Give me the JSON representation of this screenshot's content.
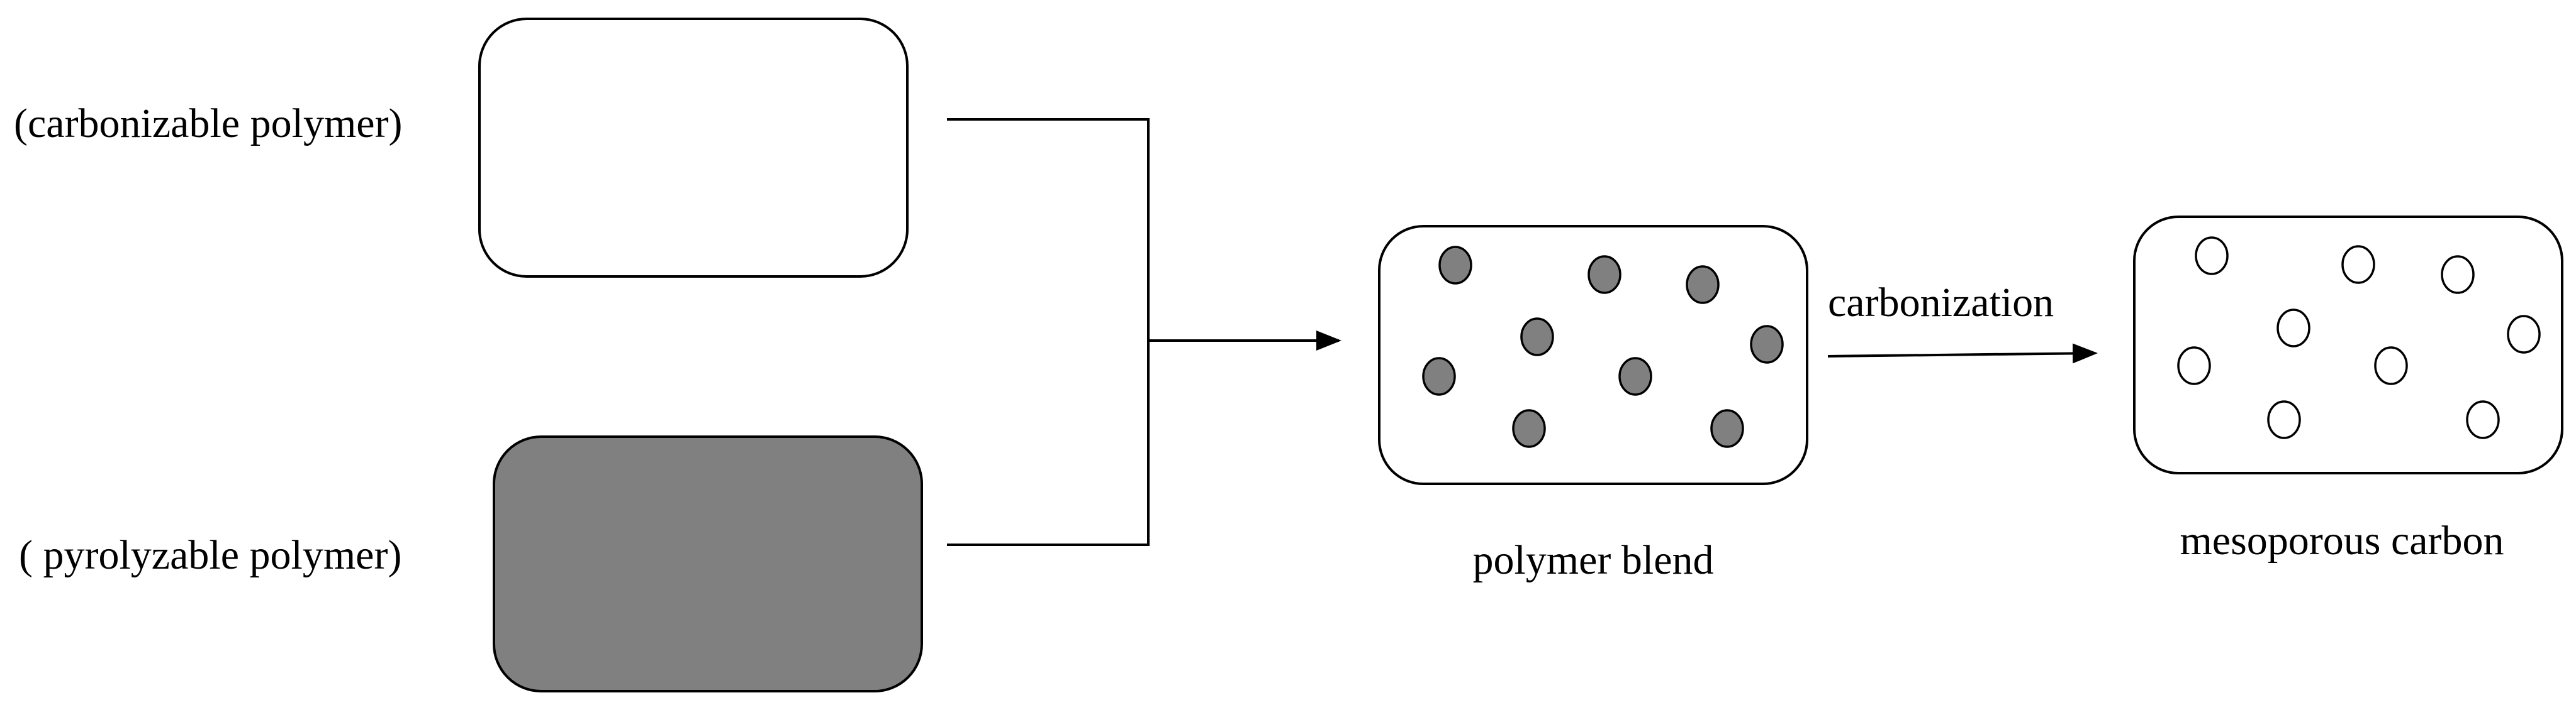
{
  "labels": {
    "carbonizable": "(carbonizable polymer)",
    "pyrolyzable": "( pyrolyzable polymer)",
    "blend": "polymer blend",
    "process": "carbonization",
    "product": "mesoporous carbon"
  },
  "colors": {
    "pyrolyzable_fill": "#808080",
    "particle_fill": "#808080",
    "pore_fill": "#ffffff",
    "outline": "#000000",
    "background": "#ffffff"
  }
}
